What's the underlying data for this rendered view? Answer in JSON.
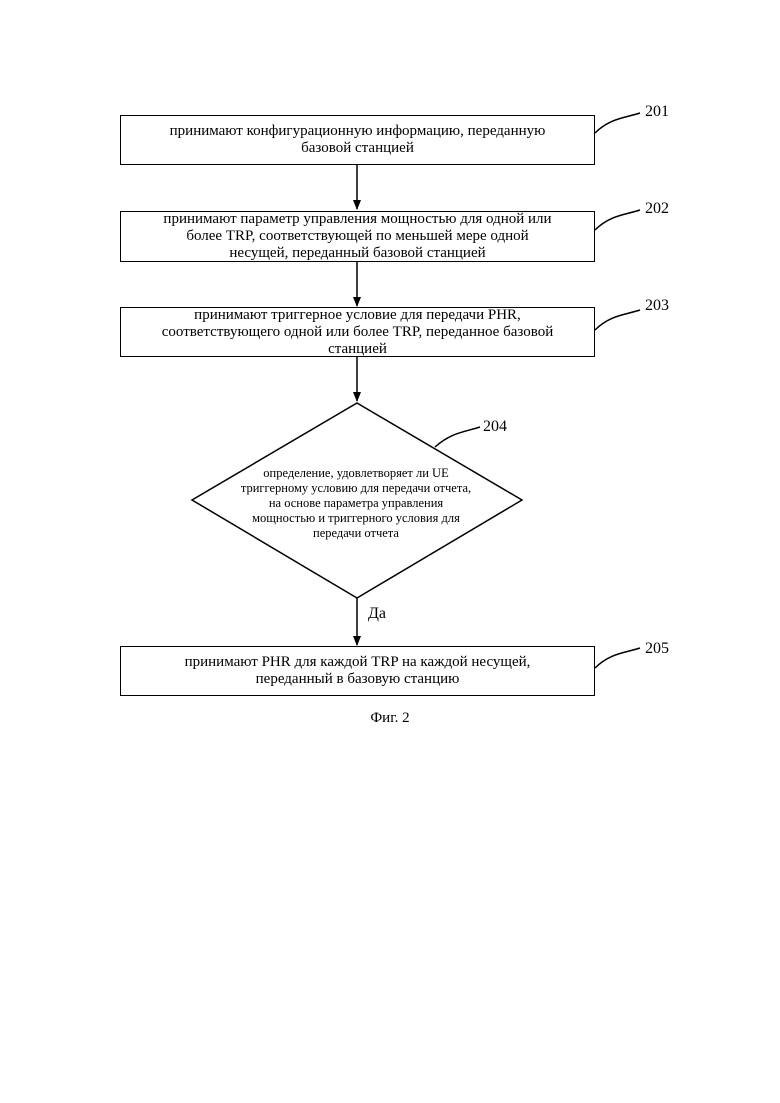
{
  "steps": {
    "s201": {
      "ref": "201",
      "lines": [
        "принимают конфигурационную информацию, переданную",
        "базовой станцией"
      ]
    },
    "s202": {
      "ref": "202",
      "lines": [
        "принимают параметр управления мощностью для одной или",
        "более TRP, соответствующей по меньшей мере одной",
        "несущей, переданный базовой станцией"
      ]
    },
    "s203": {
      "ref": "203",
      "lines": [
        "принимают триггерное условие для передачи PHR,",
        "соответствующего одной или более TRP, переданное базовой",
        "станцией"
      ]
    },
    "s204": {
      "ref": "204",
      "lines": [
        "определение, удовлетворяет ли UE",
        "триггерному условию для передачи отчета,",
        "на основе параметра управления",
        "мощностью и триггерного условия для",
        "передачи отчета"
      ]
    },
    "s205": {
      "ref": "205",
      "lines": [
        "принимают PHR для каждой TRP на каждой несущей,",
        "переданный в базовую станцию"
      ]
    }
  },
  "yes_label": "Да",
  "caption": "Фиг. 2"
}
